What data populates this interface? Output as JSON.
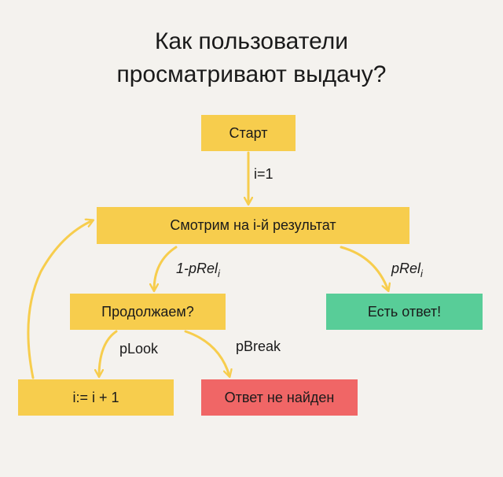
{
  "title": {
    "line1": "Как пользователи",
    "line2": "просматривают выдачу?"
  },
  "nodes": {
    "start": "Старт",
    "look": "Смотрим на i-й результат",
    "continue": "Продолжаем?",
    "answer": "Есть ответ!",
    "next": "i:= i + 1",
    "not_found": "Ответ не найден"
  },
  "edges": {
    "init": "i=1",
    "not_relevant": {
      "base": "1-pRel",
      "sub": "i"
    },
    "relevant": {
      "base": "pRel",
      "sub": "i"
    },
    "look_more": "pLook",
    "break": "pBreak"
  },
  "colors": {
    "yellow": "#f7cd4d",
    "green": "#58cd98",
    "red": "#f06666",
    "background": "#f4f2ee"
  }
}
